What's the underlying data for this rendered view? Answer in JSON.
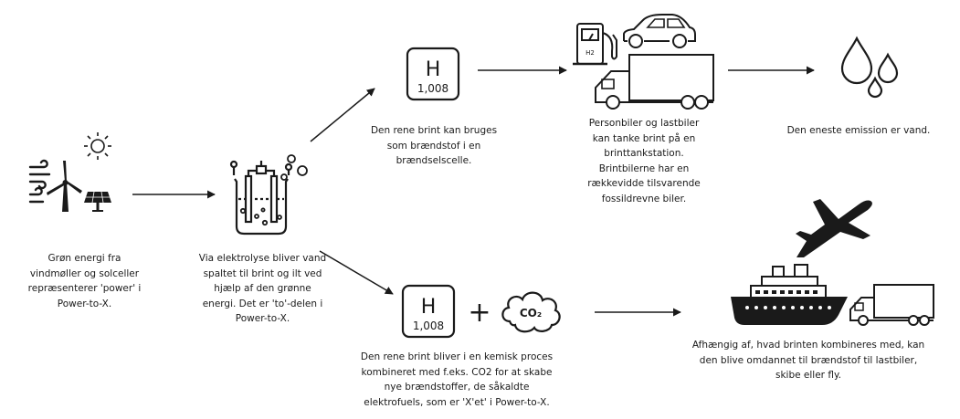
{
  "nodes": {
    "green_energy": {
      "icons": [
        "wind-icon",
        "sun-icon",
        "wind-turbine-icon",
        "solar-panel-icon"
      ],
      "caption": [
        "Grøn energi fra",
        "vindmøller og solceller",
        "repræsenterer 'power' i",
        "Power-to-X."
      ]
    },
    "electrolysis": {
      "icons": [
        "electrolysis-beaker-icon",
        "bubbles-icon"
      ],
      "caption": [
        "Via elektrolyse bliver vand",
        "spaltet til brint og ilt ved",
        "hjælp af den grønne",
        "energi. Det er 'to'-delen i",
        "Power-to-X."
      ]
    },
    "hydrogen_fuel": {
      "element_symbol": "H",
      "atomic_mass": "1,008",
      "caption": [
        "Den rene brint kan bruges",
        "som brændstof i en",
        "brændselscelle."
      ]
    },
    "vehicles": {
      "icons": [
        "fuel-pump-icon",
        "car-icon",
        "truck-icon"
      ],
      "pump_label": "H2",
      "caption": [
        "Personbiler og lastbiler",
        "kan tanke brint på en",
        "brinttankstation.",
        "Brintbilerne har en",
        "rækkevidde tilsvarende",
        "fossildrevne biler."
      ]
    },
    "water": {
      "icons": [
        "water-drops-icon"
      ],
      "caption": [
        "Den eneste emission er vand."
      ]
    },
    "ptx": {
      "element_symbol": "H",
      "atomic_mass": "1,008",
      "plus": "+",
      "co2_label": "CO₂",
      "caption": [
        "Den rene brint bliver i en kemisk proces",
        "kombineret med f.eks. CO2 for at skabe",
        "nye brændstoffer, de såkaldte",
        "elektrofuels, som er 'X'et' i Power-to-X."
      ]
    },
    "transport": {
      "icons": [
        "airplane-icon",
        "ship-icon",
        "truck-icon"
      ],
      "caption": [
        "Afhængig af, hvad brinten kombineres med, kan",
        "den blive omdannet til brændstof til lastbiler,",
        "skibe eller fly."
      ]
    }
  },
  "arrows": [
    "energy-to-electrolysis",
    "electrolysis-to-hydrogen",
    "electrolysis-to-ptx",
    "hydrogen-to-vehicles",
    "vehicles-to-water",
    "ptx-to-transport"
  ]
}
